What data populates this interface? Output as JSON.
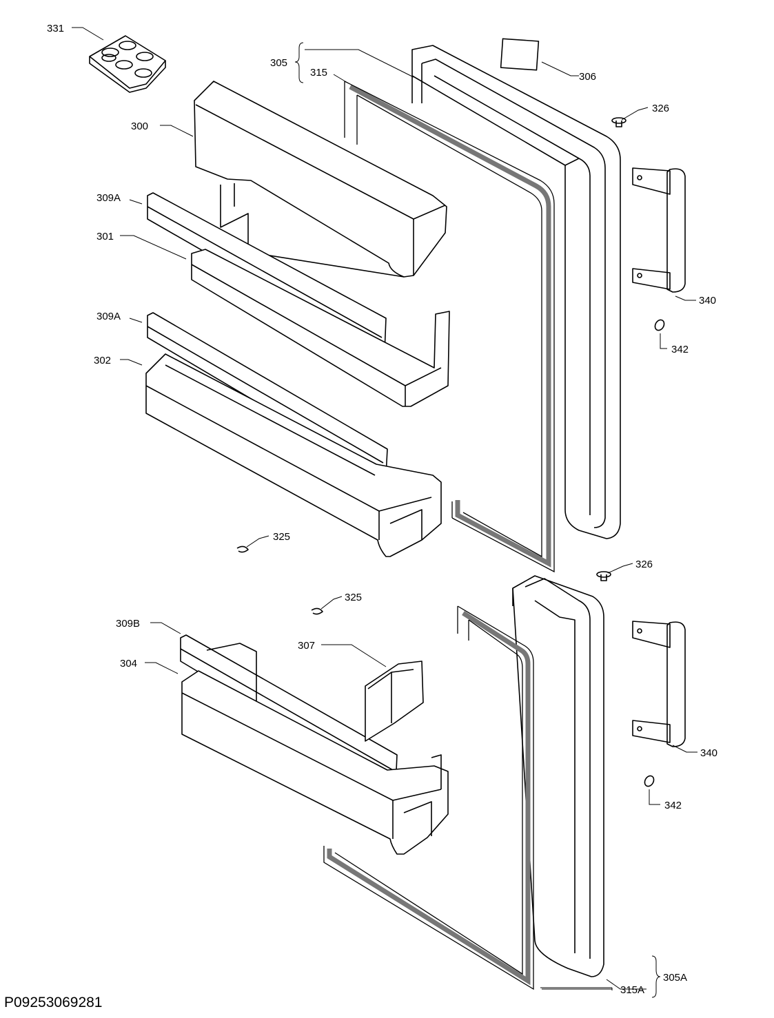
{
  "labels": {
    "l331": "331",
    "l305": "305",
    "l315": "315",
    "l306": "306",
    "l326a": "326",
    "l300": "300",
    "l309A_1": "309A",
    "l301": "301",
    "l340a": "340",
    "l342a": "342",
    "l309A_2": "309A",
    "l302": "302",
    "l325a": "325",
    "l326b": "326",
    "l325b": "325",
    "l309B": "309B",
    "l307": "307",
    "l304": "304",
    "l340b": "340",
    "l342b": "342",
    "l305A": "305A",
    "l315A": "315A"
  },
  "document_id": "P09253069281"
}
